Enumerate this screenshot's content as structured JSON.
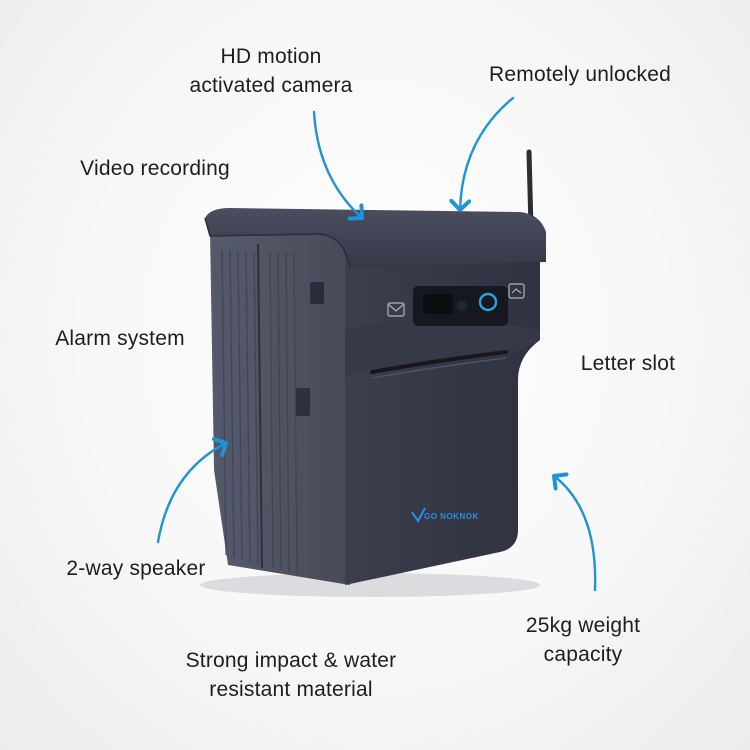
{
  "labels": {
    "hd_camera": "HD motion\nactivated camera",
    "remotely_unlocked": "Remotely unlocked",
    "video_recording": "Video recording",
    "alarm_system": "Alarm system",
    "letter_slot": "Letter slot",
    "two_way_speaker": "2-way speaker",
    "weight_capacity": "25kg weight\ncapacity",
    "material": "Strong impact & water\nresistant material"
  },
  "product": {
    "brand_text": "NOKNOK",
    "brand_prefix": "GO"
  },
  "colors": {
    "arrow": "#1f93d6",
    "body": "#3b3f4e",
    "accent": "#2aa3e6"
  }
}
